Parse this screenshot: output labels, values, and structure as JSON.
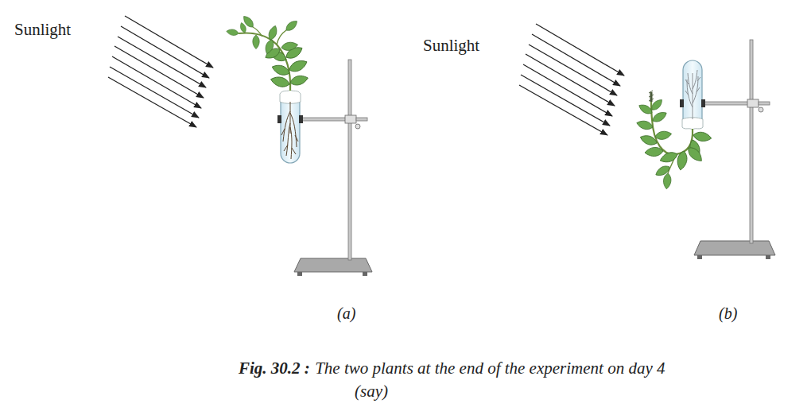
{
  "diagram": {
    "caption": "The two plants at the end of the experiment on day 4 (say)",
    "labels": [
      "Sunlight",
      "Sunlight",
      "(a)",
      "(b)",
      "Fig. 30.2 :"
    ]
  }
}
